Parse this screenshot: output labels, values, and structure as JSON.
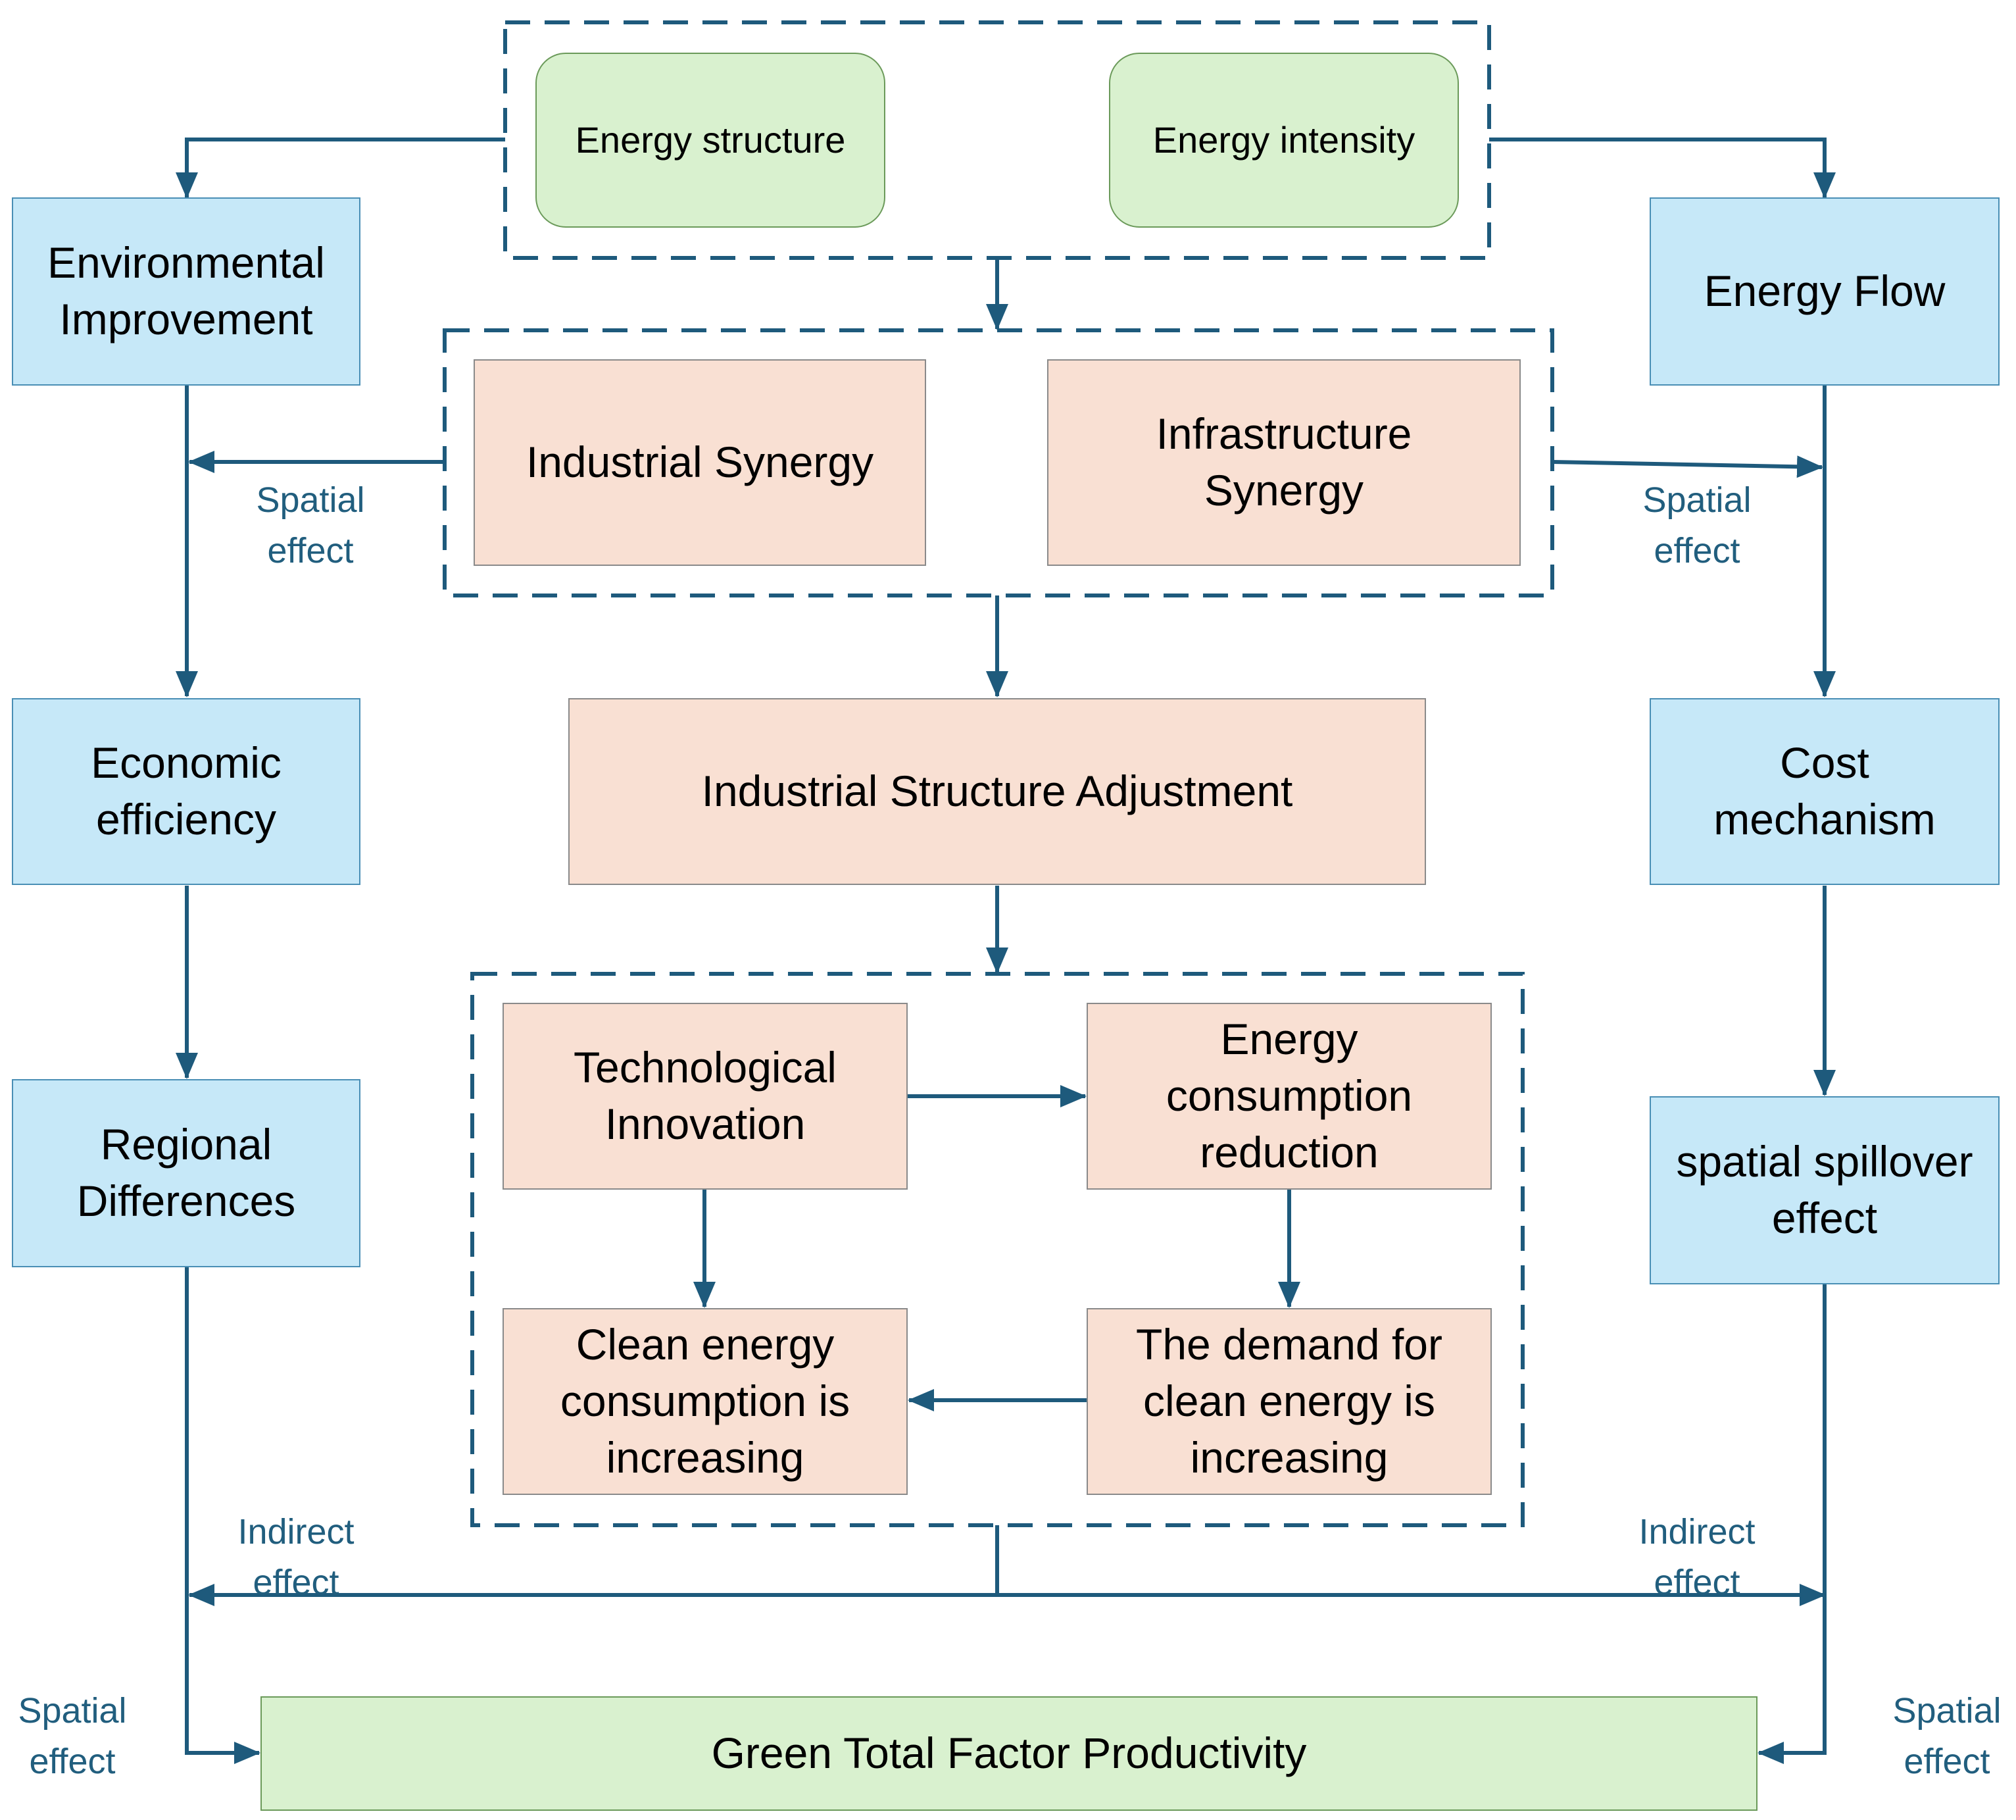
{
  "energy_group": {
    "energy_structure": "Energy structure",
    "energy_intensity": "Energy intensity"
  },
  "synergy_group": {
    "industrial_synergy": "Industrial Synergy",
    "infrastructure_synergy": "Infrastructure\nSynergy"
  },
  "center": {
    "industrial_structure_adjustment": "Industrial Structure Adjustment"
  },
  "innovation_group": {
    "technological_innovation": "Technological\nInnovation",
    "energy_consumption_reduction": "Energy\nconsumption\nreduction",
    "clean_energy_consumption": "Clean energy\nconsumption is\nincreasing",
    "clean_energy_demand": "The demand for\nclean energy is\nincreasing"
  },
  "left_column": {
    "environmental_improvement": "Environmental\nImprovement",
    "economic_efficiency": "Economic\nefficiency",
    "regional_differences": "Regional\nDifferences"
  },
  "right_column": {
    "energy_flow": "Energy Flow",
    "cost_mechanism": "Cost\nmechanism",
    "spatial_spillover": "spatial spillover\neffect"
  },
  "bottom": {
    "green_tfp": "Green Total Factor Productivity"
  },
  "edge_labels": {
    "spatial_effect_left_upper": "Spatial\neffect",
    "spatial_effect_right_upper": "Spatial\neffect",
    "indirect_effect_left": "Indirect\neffect",
    "indirect_effect_right": "Indirect\neffect",
    "spatial_effect_left_lower": "Spatial\neffect",
    "spatial_effect_right_lower": "Spatial\neffect"
  },
  "colors": {
    "line": "#1e5a7c",
    "blue_fill": "#c6e8f8",
    "peach_fill": "#f9e0d3",
    "green_fill": "#d9f1cf",
    "label_text": "#215e7e"
  }
}
